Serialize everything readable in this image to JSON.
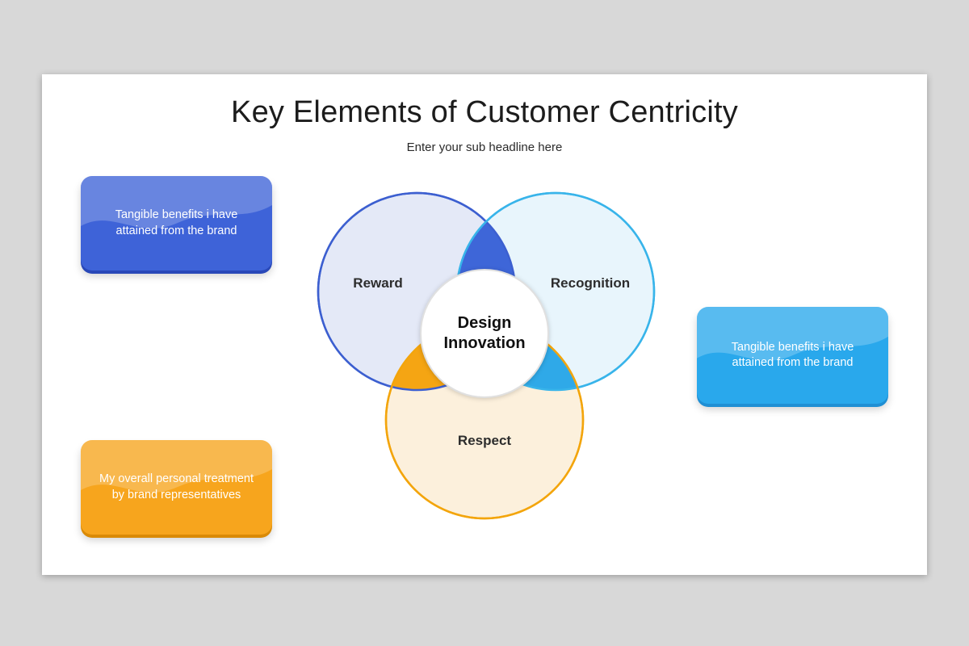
{
  "canvas": {
    "page_bg": "#d8d8d8",
    "slide_bg": "#ffffff"
  },
  "slide": {
    "title": "Key Elements of Customer Centricity",
    "subtitle": "Enter your sub headline here"
  },
  "venn": {
    "center": {
      "label": "Design Innovation",
      "fill": "#ffffff",
      "stroke": "#e0e0e0"
    },
    "circles": {
      "reward": {
        "label": "Reward",
        "fill": "#e4e9f7",
        "stroke": "#3c5fd0"
      },
      "recognition": {
        "label": "Recognition",
        "fill": "#e8f5fc",
        "stroke": "#38b4ea"
      },
      "respect": {
        "label": "Respect",
        "fill": "#fcf0dc",
        "stroke": "#f3a50c"
      }
    },
    "overlaps": {
      "reward_recognition": "#3e66d8",
      "reward_respect": "#f5a513",
      "recognition_respect": "#2fa9e8"
    }
  },
  "cards": {
    "top_left": {
      "text": "Tangible benefits i have attained from the brand",
      "bg": "#3e63d8",
      "edge": "#2948b8"
    },
    "right": {
      "text": "Tangible benefits i have attained from the brand",
      "bg": "#29a8ec",
      "edge": "#1f8fd4"
    },
    "bottom_left": {
      "text": "My overall personal treatment by brand representatives",
      "bg": "#f7a51d",
      "edge": "#da8a06"
    }
  }
}
